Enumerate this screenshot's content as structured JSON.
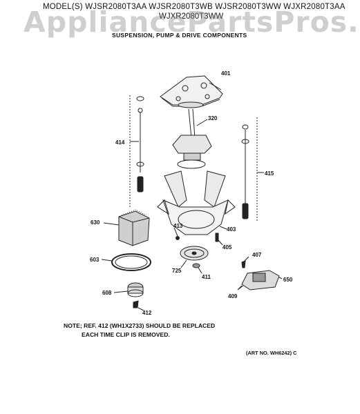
{
  "header": {
    "model_line": "MODEL(S) WJSR2080T3AA  WJSR2080T3WB  WJSR2080T3WW  WJXR2080T3AA",
    "model_line2": "WJXR2080T3WW",
    "watermark": "AppliancePartsPros.com",
    "subtitle": "SUSPENSION, PUMP & DRIVE COMPONENTS"
  },
  "callouts": [
    "401",
    "320",
    "414",
    "415",
    "630",
    "413",
    "403",
    "405",
    "407",
    "603",
    "725",
    "411",
    "650",
    "608",
    "409",
    "412"
  ],
  "note": {
    "line1": "NOTE; REF. 412 (WH1X2733) SHOULD BE REPLACED",
    "line2": "EACH TIME CLIP IS REMOVED."
  },
  "art_number": "(ART NO. WH6242) C"
}
